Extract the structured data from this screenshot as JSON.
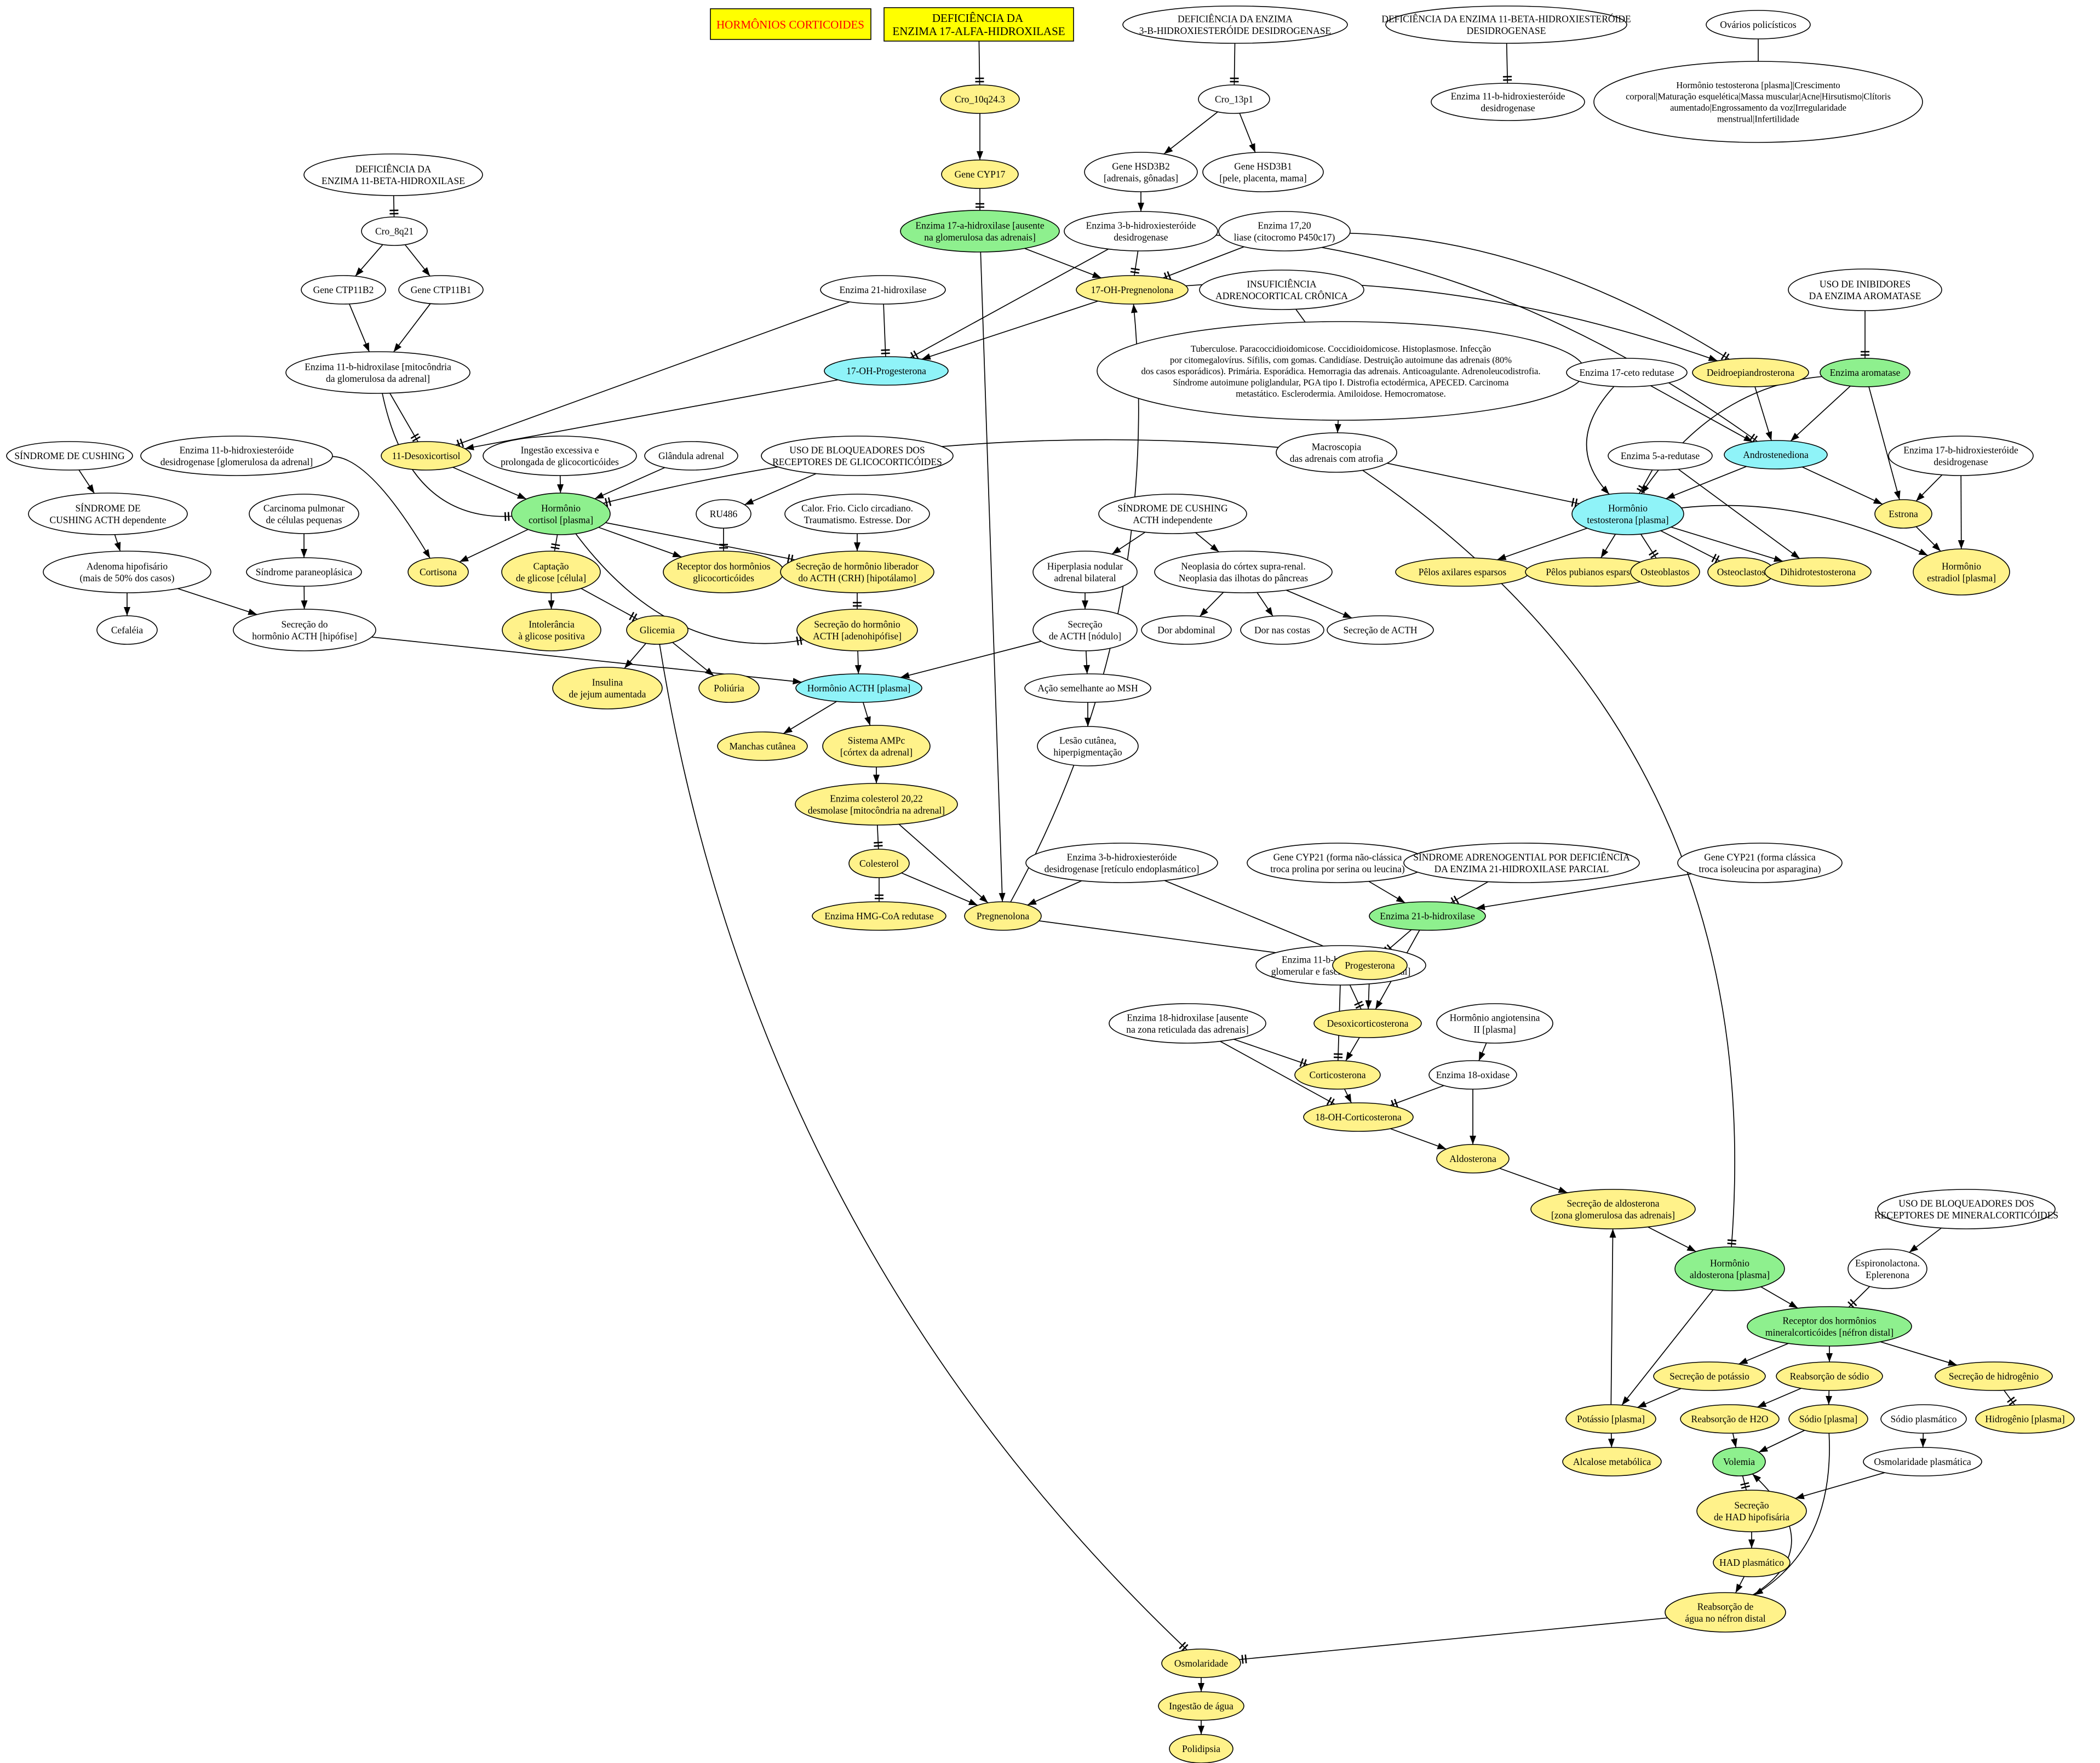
{
  "colors": {
    "white": "#ffffff",
    "yellow": "#fff28a",
    "green": "#8ef08e",
    "cyan": "#8ff3f8",
    "header_yellow": "#ffff00",
    "header_red_text": "#ff0000",
    "line": "#000000"
  },
  "header": {
    "title": "HORMÔNIOS CORTICOIDES",
    "subject": [
      "DEFICIÊNCIA DA",
      "ENZIMA 17-ALFA-HIDROXILASE"
    ]
  },
  "nodes": {
    "def3b": {
      "lines": [
        "DEFICIÊNCIA DA ENZIMA",
        "3-B-HIDROXIESTERÓIDE DESIDROGENASE"
      ],
      "style": "white"
    },
    "def11bhsd": {
      "lines": [
        "DEFICIÊNCIA DA ENZIMA 11-BETA-HIDROXIESTERÓIDE",
        "DESIDROGENASE"
      ],
      "style": "white"
    },
    "ovarios": {
      "lines": [
        "Ovários policísticos"
      ],
      "style": "white"
    },
    "cro10": {
      "lines": [
        "Cro_10q24.3"
      ],
      "style": "yellow"
    },
    "cro13": {
      "lines": [
        "Cro_13p1"
      ],
      "style": "white"
    },
    "enz11bhsd_top": {
      "lines": [
        "Enzima 11-b-hidroxiesteróide",
        "desidrogenase"
      ],
      "style": "white"
    },
    "testo_sym": {
      "lines": [
        "Hormônio testosterona [plasma]|Crescimento",
        "corporal|Maturação esquelética|Massa muscular|Acne|Hirsutismo|Clítoris",
        "aumentado|Engrossamento da voz|Irregularidade",
        "menstrual|Infertilidade"
      ],
      "style": "white"
    },
    "hsd3b2": {
      "lines": [
        "Gene HSD3B2",
        "[adrenais, gônadas]"
      ],
      "style": "white"
    },
    "hsd3b1": {
      "lines": [
        "Gene HSD3B1",
        "[pele, placenta, mama]"
      ],
      "style": "white"
    },
    "gene_cyp17": {
      "lines": [
        "Gene CYP17"
      ],
      "style": "yellow"
    },
    "def11b": {
      "lines": [
        "DEFICIÊNCIA DA",
        "ENZIMA 11-BETA-HIDROXILASE"
      ],
      "style": "white"
    },
    "enz17a": {
      "lines": [
        "Enzima 17-a-hidroxilase [ausente",
        "na glomerulosa das adrenais]"
      ],
      "style": "green"
    },
    "enz3b": {
      "lines": [
        "Enzima 3-b-hidroxiesteróide",
        "desidrogenase"
      ],
      "style": "white"
    },
    "enz1720": {
      "lines": [
        "Enzima 17,20",
        "liase (citocromo P450c17)"
      ],
      "style": "white"
    },
    "cro8": {
      "lines": [
        "Cro_8q21"
      ],
      "style": "white"
    },
    "oh17preg": {
      "lines": [
        "17-OH-Pregnenolona"
      ],
      "style": "yellow"
    },
    "insuf": {
      "lines": [
        "INSUFICIÊNCIA",
        "ADRENOCORTICAL CRÔNICA"
      ],
      "style": "white"
    },
    "uso_arom": {
      "lines": [
        "USO DE INIBIDORES",
        "DA ENZIMA AROMATASE"
      ],
      "style": "white"
    },
    "ctp11b2": {
      "lines": [
        "Gene CTP11B2"
      ],
      "style": "white"
    },
    "ctp11b1": {
      "lines": [
        "Gene CTP11B1"
      ],
      "style": "white"
    },
    "enz21": {
      "lines": [
        "Enzima 21-hidroxilase"
      ],
      "style": "white"
    },
    "oh17prog": {
      "lines": [
        "17-OH-Progesterona"
      ],
      "style": "cyan"
    },
    "tuberc": {
      "lines": [
        "Tuberculose. Paracoccidioidomicose. Coccidioidomicose. Histoplasmose. Infecção",
        "por citomegalovírus. Sífilis, com gomas. Candidíase. Destruição autoimune das adrenais (80%",
        "dos casos esporádicos). Primária. Esporádica. Hemorragia das adrenais. Anticoagulante. Adrenoleucodistrofia.",
        "Síndrome autoimune poliglandular, PGA tipo I. Distrofia ectodérmica, APECED. Carcinoma",
        "metastático. Esclerodermia. Amiloidose. Hemocromatose."
      ],
      "style": "white"
    },
    "dehidro": {
      "lines": [
        "Deidroepiandrosterona"
      ],
      "style": "yellow"
    },
    "arom": {
      "lines": [
        "Enzima aromatase"
      ],
      "style": "green"
    },
    "enz11bm": {
      "lines": [
        "Enzima 11-b-hidroxilase [mitocôndria",
        "da glomerulosa da adrenal]"
      ],
      "style": "white"
    },
    "enz17ceto": {
      "lines": [
        "Enzima 17-ceto redutase"
      ],
      "style": "white"
    },
    "desoxicortisol": {
      "lines": [
        "11-Desoxicortisol"
      ],
      "style": "yellow"
    },
    "macro": {
      "lines": [
        "Macroscopia",
        "das adrenais com atrofia"
      ],
      "style": "white"
    },
    "andro": {
      "lines": [
        "Androstenediona"
      ],
      "style": "cyan"
    },
    "sind_cush": {
      "lines": [
        "SÍNDROME DE CUSHING"
      ],
      "style": "white"
    },
    "enz11bhsd_gl": {
      "lines": [
        "Enzima 11-b-hidroxiesteróide",
        "desidrogenase [glomerulosa da adrenal]"
      ],
      "style": "white"
    },
    "ingest_gc": {
      "lines": [
        "Ingestão excessiva e",
        "prolongada de glicocorticóides"
      ],
      "style": "white"
    },
    "glandula": {
      "lines": [
        "Glândula adrenal"
      ],
      "style": "white"
    },
    "uso_bloq_gc": {
      "lines": [
        "USO DE BLOQUEADORES DOS",
        "RECEPTORES DE GLICOCORTICÓIDES"
      ],
      "style": "white"
    },
    "enz5a": {
      "lines": [
        "Enzima 5-a-redutase"
      ],
      "style": "white"
    },
    "enz17b": {
      "lines": [
        "Enzima 17-b-hidroxiesteróide",
        "desidrogenase"
      ],
      "style": "white"
    },
    "sind_cush_dep": {
      "lines": [
        "SÍNDROME DE",
        "CUSHING ACTH dependente"
      ],
      "style": "white"
    },
    "cortisol": {
      "lines": [
        "Hormônio",
        "cortisol [plasma]"
      ],
      "style": "green"
    },
    "carcinoma": {
      "lines": [
        "Carcinoma pulmonar",
        "de células pequenas"
      ],
      "style": "white"
    },
    "ru486": {
      "lines": [
        "RU486"
      ],
      "style": "white"
    },
    "calor": {
      "lines": [
        "Calor. Frio. Ciclo circadiano.",
        "Traumatismo. Estresse. Dor"
      ],
      "style": "white"
    },
    "sind_cush_ind": {
      "lines": [
        "SÍNDROME DE CUSHING",
        "ACTH independente"
      ],
      "style": "white"
    },
    "testo": {
      "lines": [
        "Hormônio",
        "testosterona [plasma]"
      ],
      "style": "cyan"
    },
    "estrona": {
      "lines": [
        "Estrona"
      ],
      "style": "yellow"
    },
    "adenoma": {
      "lines": [
        "Adenoma hipofisário",
        "(mais de 50% dos casos)"
      ],
      "style": "white"
    },
    "cortisona": {
      "lines": [
        "Cortisona"
      ],
      "style": "yellow"
    },
    "captacao": {
      "lines": [
        "Captação",
        "de glicose [célula]"
      ],
      "style": "yellow"
    },
    "sind_paraneo": {
      "lines": [
        "Síndrome paraneoplásica"
      ],
      "style": "white"
    },
    "receptor_gc": {
      "lines": [
        "Receptor dos hormônios",
        "glicocorticóides"
      ],
      "style": "yellow"
    },
    "crh": {
      "lines": [
        "Secreção de hormônio liberador",
        "do ACTH (CRH) [hipotálamo]"
      ],
      "style": "yellow"
    },
    "hiperplasia": {
      "lines": [
        "Hiperplasia nodular",
        "adrenal bilateral"
      ],
      "style": "white"
    },
    "neoplasia": {
      "lines": [
        "Neoplasia do córtex supra-renal.",
        "Neoplasia das ilhotas do pâncreas"
      ],
      "style": "white"
    },
    "pelos_ax": {
      "lines": [
        "Pêlos axilares esparsos"
      ],
      "style": "yellow"
    },
    "pelos_pub": {
      "lines": [
        "Pêlos pubianos esparsos"
      ],
      "style": "yellow"
    },
    "osteoblastos": {
      "lines": [
        "Osteoblastos"
      ],
      "style": "yellow"
    },
    "osteoclastos": {
      "lines": [
        "Osteoclastos"
      ],
      "style": "yellow"
    },
    "dihidro": {
      "lines": [
        "Dihidrotestosterona"
      ],
      "style": "yellow"
    },
    "estradiol": {
      "lines": [
        "Hormônio",
        "estradiol [plasma]"
      ],
      "style": "yellow"
    },
    "cefaleia": {
      "lines": [
        "Cefaléia"
      ],
      "style": "white"
    },
    "secrecao_acth_hip": {
      "lines": [
        "Secreção do",
        "hormônio ACTH [hipófise]"
      ],
      "style": "white"
    },
    "intolerancia": {
      "lines": [
        "Intolerância",
        "à glicose positiva"
      ],
      "style": "yellow"
    },
    "glicemia": {
      "lines": [
        "Glicemia"
      ],
      "style": "yellow"
    },
    "secrecao_acth_adeno": {
      "lines": [
        "Secreção do hormônio",
        "ACTH [adenohipófise]"
      ],
      "style": "yellow"
    },
    "secrecao_acth_nod": {
      "lines": [
        "Secreção",
        "de ACTH [nódulo]"
      ],
      "style": "white"
    },
    "dor_abd": {
      "lines": [
        "Dor abdominal"
      ],
      "style": "white"
    },
    "dor_costas": {
      "lines": [
        "Dor nas costas"
      ],
      "style": "white"
    },
    "secrecao_acth": {
      "lines": [
        "Secreção de ACTH"
      ],
      "style": "white"
    },
    "insulina": {
      "lines": [
        "Insulina",
        "de jejum aumentada"
      ],
      "style": "yellow"
    },
    "poliuria": {
      "lines": [
        "Poliúria"
      ],
      "style": "yellow"
    },
    "acth": {
      "lines": [
        "Hormônio ACTH [plasma]"
      ],
      "style": "cyan"
    },
    "acao_msh": {
      "lines": [
        "Ação semelhante ao MSH"
      ],
      "style": "white"
    },
    "manchas": {
      "lines": [
        "Manchas cutânea"
      ],
      "style": "yellow"
    },
    "ampc": {
      "lines": [
        "Sistema AMPc",
        "[córtex da adrenal]"
      ],
      "style": "yellow"
    },
    "lesao": {
      "lines": [
        "Lesão cutânea,",
        "hiperpigmentação"
      ],
      "style": "white"
    },
    "desmolase": {
      "lines": [
        "Enzima colesterol 20,22",
        "desmolase [mitocôndria na adrenal]"
      ],
      "style": "yellow"
    },
    "enz3b_ret": {
      "lines": [
        "Enzima 3-b-hidroxiesteróide",
        "desidrogenase [retículo endoplasmático]"
      ],
      "style": "white"
    },
    "cyp21_nc": {
      "lines": [
        "Gene CYP21 (forma não-clássica",
        "troca prolina por serina ou leucina)"
      ],
      "style": "white"
    },
    "sind_adreno": {
      "lines": [
        "SÍNDROME ADRENOGENTIAL POR DEFICIÊNCIA",
        "DA ENZIMA 21-HIDROXILASE PARCIAL"
      ],
      "style": "white"
    },
    "cyp21_c": {
      "lines": [
        "Gene CYP21 (forma clássica",
        "troca isoleucina por asparagina)"
      ],
      "style": "white"
    },
    "colesterol": {
      "lines": [
        "Colesterol"
      ],
      "style": "yellow"
    },
    "hmgcoa": {
      "lines": [
        "Enzima HMG-CoA redutase"
      ],
      "style": "yellow"
    },
    "pregnenolona": {
      "lines": [
        "Pregnenolona"
      ],
      "style": "yellow"
    },
    "enz21b": {
      "lines": [
        "Enzima 21-b-hidroxilase"
      ],
      "style": "green"
    },
    "enz11b_zona": {
      "lines": [
        "Enzima 11-b-hidroxilase [zona",
        "glomerular e fasciculada na adrenal]"
      ],
      "style": "white"
    },
    "progesterona": {
      "lines": [
        "Progesterona"
      ],
      "style": "yellow"
    },
    "enz18": {
      "lines": [
        "Enzima 18-hidroxilase [ausente",
        "na zona reticulada das adrenais]"
      ],
      "style": "white"
    },
    "desoxicort": {
      "lines": [
        "Desoxicorticosterona"
      ],
      "style": "yellow"
    },
    "angio": {
      "lines": [
        "Hormônio angiotensina",
        "II [plasma]"
      ],
      "style": "white"
    },
    "corticosterona": {
      "lines": [
        "Corticosterona"
      ],
      "style": "yellow"
    },
    "enz18ox": {
      "lines": [
        "Enzima 18-oxidase"
      ],
      "style": "white"
    },
    "oh18cort": {
      "lines": [
        "18-OH-Corticosterona"
      ],
      "style": "yellow"
    },
    "aldosterona": {
      "lines": [
        "Aldosterona"
      ],
      "style": "yellow"
    },
    "secrecao_aldo": {
      "lines": [
        "Secreção de aldosterona",
        "[zona glomerulosa das adrenais]"
      ],
      "style": "yellow"
    },
    "uso_bloq_mc": {
      "lines": [
        "USO DE BLOQUEADORES DOS",
        "RECEPTORES DE MINERALCORTICÓIDES"
      ],
      "style": "white"
    },
    "aldo_plasma": {
      "lines": [
        "Hormônio",
        "aldosterona [plasma]"
      ],
      "style": "green"
    },
    "espiro": {
      "lines": [
        "Espironolactona.",
        "Eplerenona"
      ],
      "style": "white"
    },
    "receptor_mc": {
      "lines": [
        "Receptor dos hormônios",
        "mineralcorticóides [néfron distal]"
      ],
      "style": "green"
    },
    "sec_potassio": {
      "lines": [
        "Secreção de potássio"
      ],
      "style": "yellow"
    },
    "reab_sodio": {
      "lines": [
        "Reabsorção de sódio"
      ],
      "style": "yellow"
    },
    "sec_hidrogenio": {
      "lines": [
        "Secreção de hidrogênio"
      ],
      "style": "yellow"
    },
    "potassio": {
      "lines": [
        "Potássio [plasma]"
      ],
      "style": "yellow"
    },
    "reab_h2o": {
      "lines": [
        "Reabsorção de H2O"
      ],
      "style": "yellow"
    },
    "sodio": {
      "lines": [
        "Sódio [plasma]"
      ],
      "style": "yellow"
    },
    "sodio_plasm": {
      "lines": [
        "Sódio plasmático"
      ],
      "style": "white"
    },
    "hidrogenio": {
      "lines": [
        "Hidrogênio [plasma]"
      ],
      "style": "yellow"
    },
    "alcalose": {
      "lines": [
        "Alcalose metabólica"
      ],
      "style": "yellow"
    },
    "volemia": {
      "lines": [
        "Volemia"
      ],
      "style": "green"
    },
    "osmol_plasm": {
      "lines": [
        "Osmolaridade plasmática"
      ],
      "style": "white"
    },
    "had_sec": {
      "lines": [
        "Secreção",
        "de HAD hipofisária"
      ],
      "style": "yellow"
    },
    "had": {
      "lines": [
        "HAD plasmático"
      ],
      "style": "yellow"
    },
    "reab_agua": {
      "lines": [
        "Reabsorção de",
        "água no néfron distal"
      ],
      "style": "yellow"
    },
    "osmolaridade": {
      "lines": [
        "Osmolaridade"
      ],
      "style": "yellow"
    },
    "ingestao_agua": {
      "lines": [
        "Ingestão de água"
      ],
      "style": "yellow"
    },
    "polidipsia": {
      "lines": [
        "Polidipsia"
      ],
      "style": "yellow"
    }
  }
}
